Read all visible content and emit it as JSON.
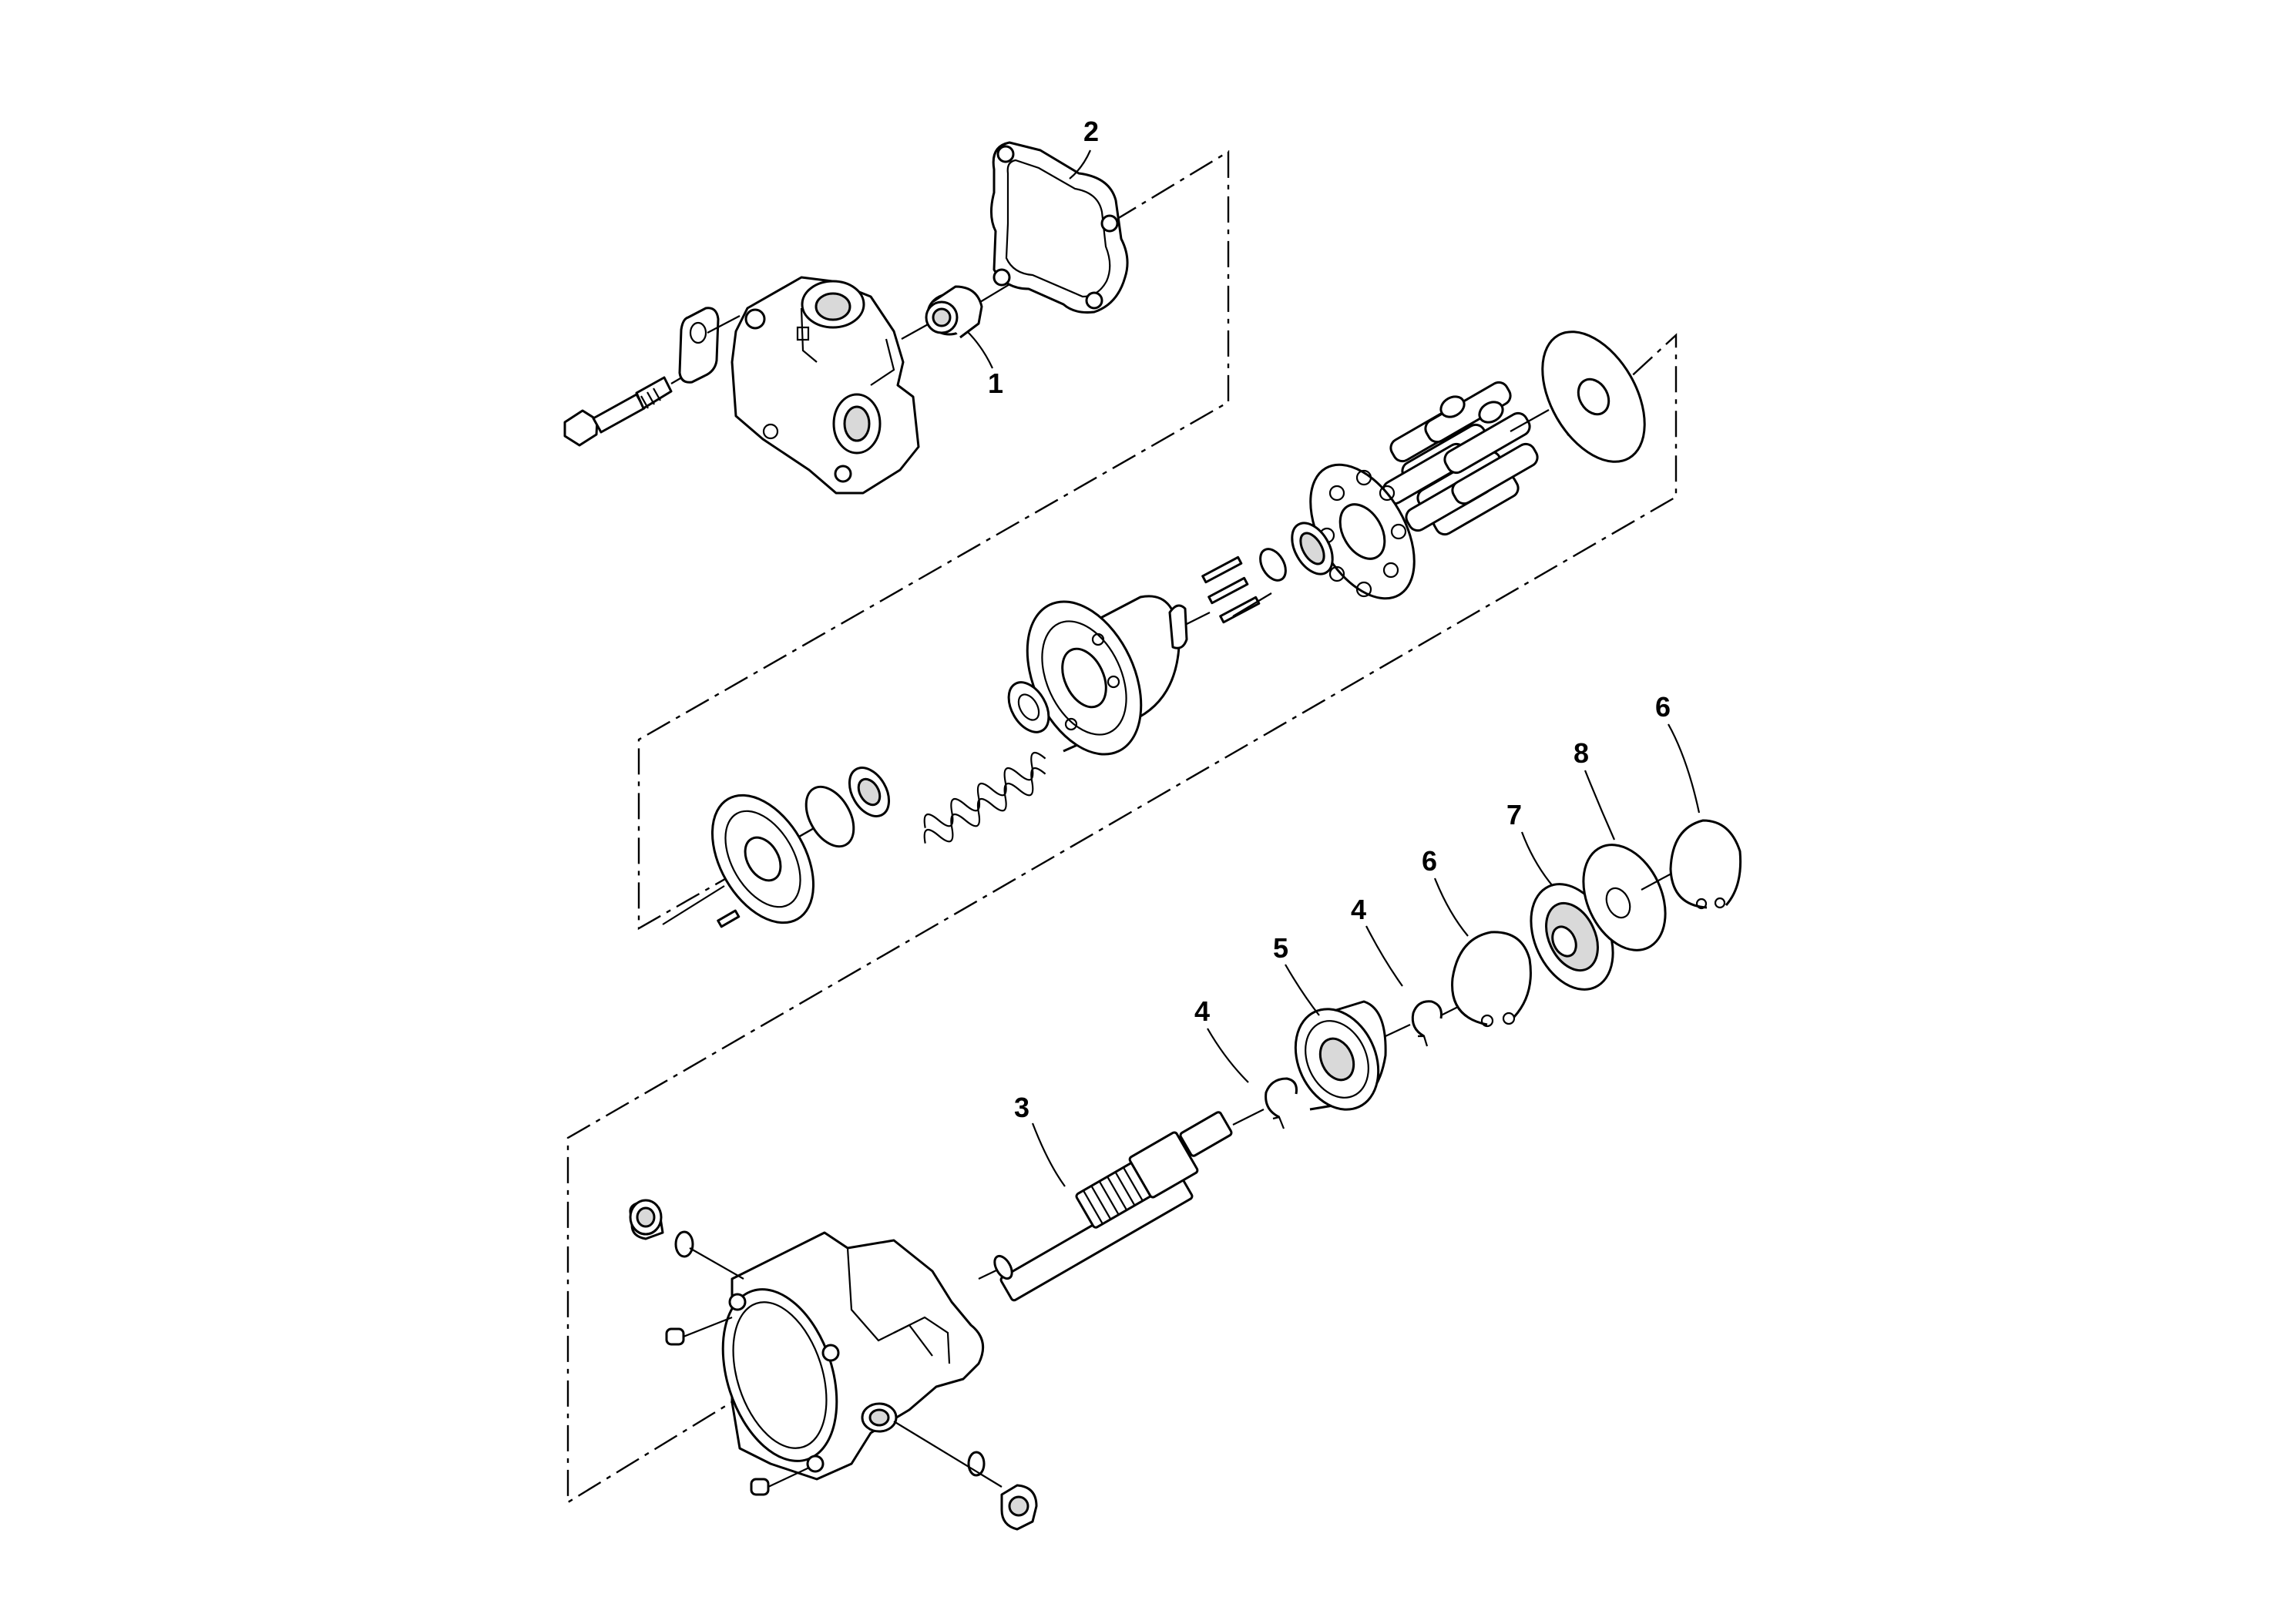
{
  "diagram": {
    "callouts": [
      {
        "id": "c2",
        "label": "2"
      },
      {
        "id": "c1",
        "label": "1"
      },
      {
        "id": "c3",
        "label": "3"
      },
      {
        "id": "c4a",
        "label": "4"
      },
      {
        "id": "c5",
        "label": "5"
      },
      {
        "id": "c4b",
        "label": "4"
      },
      {
        "id": "c6a",
        "label": "6"
      },
      {
        "id": "c7",
        "label": "7"
      },
      {
        "id": "c8",
        "label": "8"
      },
      {
        "id": "c6b",
        "label": "6"
      }
    ]
  }
}
